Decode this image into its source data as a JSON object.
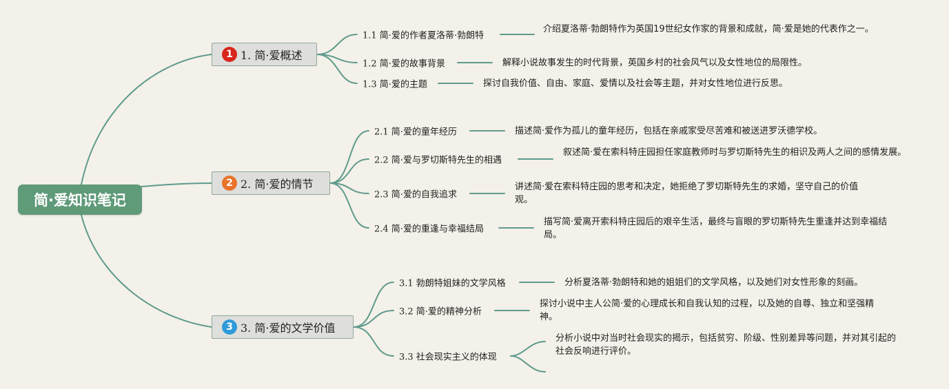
{
  "root": {
    "title": "简·爱知识笔记"
  },
  "colors": {
    "line": "#5f9a8c",
    "root_bg": "#5f9a79",
    "badge_red": "#d9261c",
    "badge_orange": "#e8732a",
    "badge_blue": "#2f9bd8"
  },
  "branches": [
    {
      "badge": "1",
      "label": "1. 简·爱概述",
      "items": [
        {
          "title": "1.1 简·爱的作者夏洛蒂·勃朗特",
          "desc": "介绍夏洛蒂·勃朗特作为英国19世纪女作家的背景和成就，简·爱是她的代表作之一。"
        },
        {
          "title": "1.2 简·爱的故事背景",
          "desc": "解释小说故事发生的时代背景，英国乡村的社会风气以及女性地位的局限性。"
        },
        {
          "title": "1.3 简·爱的主题",
          "desc": "探讨自我价值、自由、家庭、爱情以及社会等主题，并对女性地位进行反思。"
        }
      ]
    },
    {
      "badge": "2",
      "label": "2. 简·爱的情节",
      "items": [
        {
          "title": "2.1 简·爱的童年经历",
          "desc": "描述简·爱作为孤儿的童年经历，包括在亲戚家受尽苦难和被送进罗沃德学校。"
        },
        {
          "title": "2.2 简·爱与罗切斯特先生的相遇",
          "desc": "叙述简·爱在索科特庄园担任家庭教师时与罗切斯特先生的相识及两人之间的感情发展。"
        },
        {
          "title": "2.3 简·爱的自我追求",
          "desc": "讲述简·爱在索科特庄园的思考和决定，她拒绝了罗切斯特先生的求婚，坚守自己的价值观。"
        },
        {
          "title": "2.4 简·爱的重逢与幸福结局",
          "desc": "描写简·爱离开索科特庄园后的艰辛生活，最终与盲眼的罗切斯特先生重逢并达到幸福结局。"
        }
      ]
    },
    {
      "badge": "3",
      "label": "3. 简·爱的文学价值",
      "items": [
        {
          "title": "3.1 勃朗特姐妹的文学风格",
          "desc": "分析夏洛蒂·勃朗特和她的姐姐们的文学风格，以及她们对女性形象的刻画。"
        },
        {
          "title": "3.2 简·爱的精神分析",
          "desc": "探讨小说中主人公简·爱的心理成长和自我认知的过程，以及她的自尊、独立和坚强精神。"
        },
        {
          "title": "3.3 社会现实主义的体现",
          "desc": "分析小说中对当时社会现实的揭示，包括贫穷、阶级、性别差异等问题，并对其引起的社会反响进行评价。"
        }
      ]
    }
  ]
}
